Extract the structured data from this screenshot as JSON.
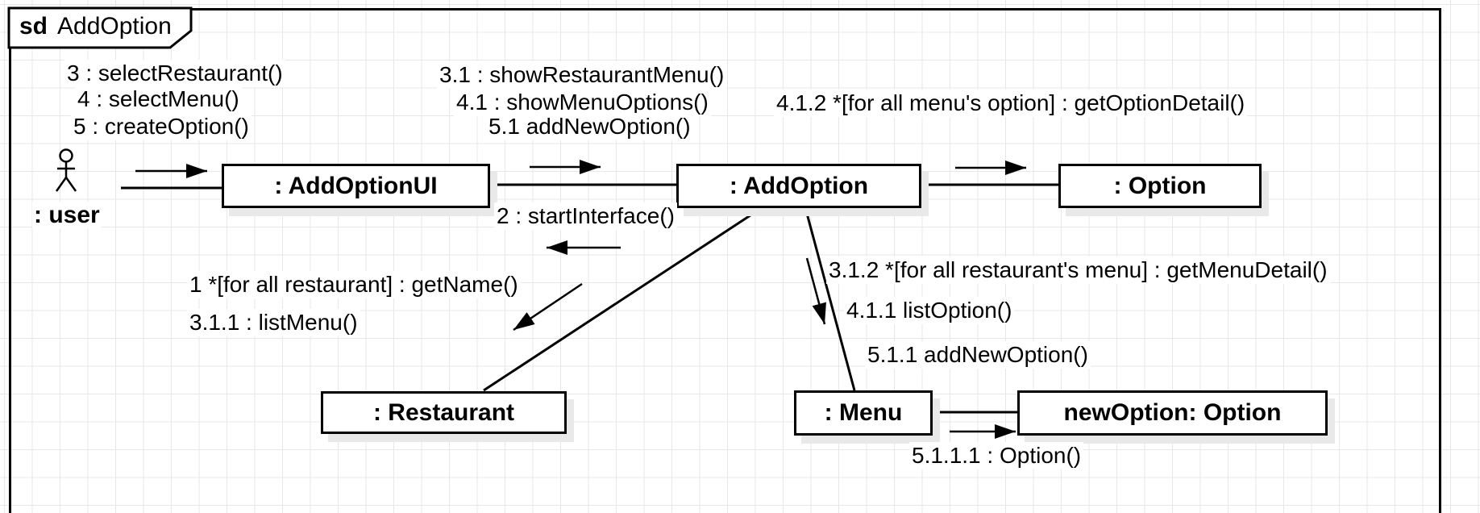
{
  "frame": {
    "keyword": "sd",
    "title": "AddOption"
  },
  "actor": {
    "label": ": user"
  },
  "objects": [
    {
      "name": "addoptionui",
      "label": ": AddOptionUI"
    },
    {
      "name": "addoption",
      "label": ": AddOption"
    },
    {
      "name": "option",
      "label": ": Option"
    },
    {
      "name": "restaurant",
      "label": ": Restaurant"
    },
    {
      "name": "menu",
      "label": ": Menu"
    },
    {
      "name": "newoption",
      "label": "newOption: Option"
    }
  ],
  "messages": [
    {
      "id": "3",
      "text": "3 : selectRestaurant()"
    },
    {
      "id": "4",
      "text": "4 : selectMenu()"
    },
    {
      "id": "5",
      "text": "5 : createOption()"
    },
    {
      "id": "3.1",
      "text": "3.1 : showRestaurantMenu()"
    },
    {
      "id": "4.1",
      "text": "4.1 : showMenuOptions()"
    },
    {
      "id": "5.1",
      "text": "5.1 addNewOption()"
    },
    {
      "id": "4.1.2",
      "text": "4.1.2 *[for all menu's option] : getOptionDetail()"
    },
    {
      "id": "2",
      "text": "2 : startInterface()"
    },
    {
      "id": "1",
      "text": "1 *[for all restaurant] : getName()"
    },
    {
      "id": "3.1.1",
      "text": "3.1.1 : listMenu()"
    },
    {
      "id": "3.1.2",
      "text": "3.1.2 *[for all restaurant's menu] : getMenuDetail()"
    },
    {
      "id": "4.1.1",
      "text": "4.1.1 listOption()"
    },
    {
      "id": "5.1.1",
      "text": "5.1.1 addNewOption()"
    },
    {
      "id": "5.1.1.1",
      "text": "5.1.1.1 : Option()"
    }
  ],
  "colors": {
    "stroke": "#000000",
    "background": "#ffffff",
    "grid": "#e7e7e7",
    "shadow": "#e9e9e9"
  }
}
